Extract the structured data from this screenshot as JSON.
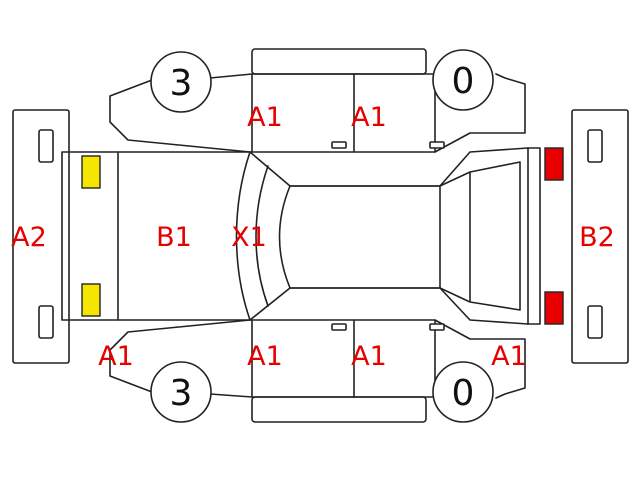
{
  "colors": {
    "line": "#222222",
    "label": "#e60000",
    "lamp_front": "#f5e600",
    "lamp_rear": "#e80000"
  },
  "wheels": {
    "front_left": "3",
    "rear_left": "0",
    "front_right": "3",
    "rear_right": "0"
  },
  "labels": {
    "top_front_door": "A1",
    "top_rear_door": "A1",
    "front_bumper": "A2",
    "hood": "B1",
    "roof_front": "X1",
    "rear_door": "B2",
    "bottom_front_fender": "A1",
    "bottom_front_door": "A1",
    "bottom_rear_door": "A1",
    "bottom_rear_fender": "A1"
  }
}
